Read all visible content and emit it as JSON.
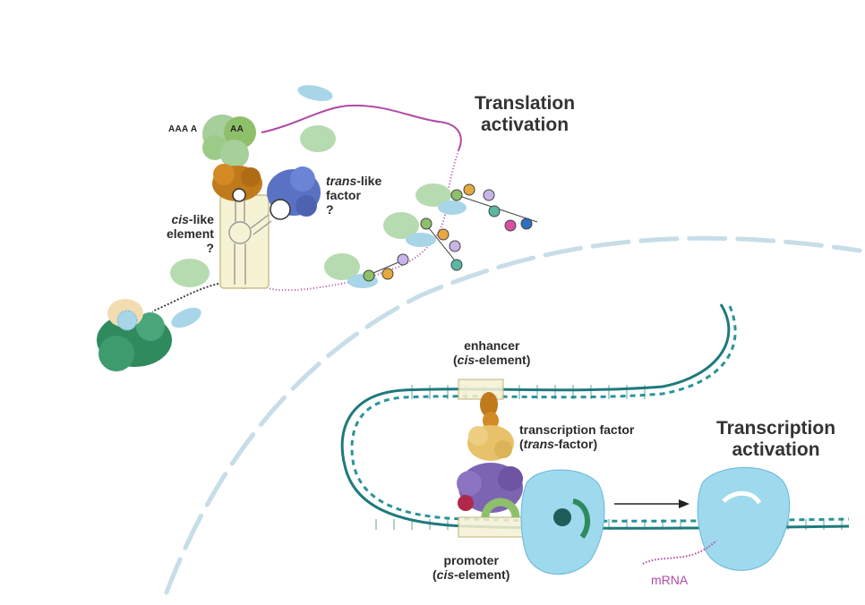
{
  "translation": {
    "title_line1": "Translation",
    "title_line2": "activation",
    "polyA_left": "AAA A",
    "polyA_right": "AA",
    "trans_like_italic": "trans",
    "trans_like_rest": "-like",
    "trans_like_line2": "factor",
    "trans_like_q": "?",
    "cis_like_italic": "cis",
    "cis_like_rest": "-like",
    "cis_like_line2": "element",
    "cis_like_q": "?"
  },
  "transcription": {
    "title_line1": "Transcription",
    "title_line2": "activation",
    "enhancer_line1": "enhancer",
    "enhancer_open": "(",
    "enhancer_italic": "cis",
    "enhancer_rest": "-element)",
    "tf_line1": "transcription factor",
    "tf_open": "(",
    "tf_italic": "trans",
    "tf_rest": "-factor)",
    "promoter_line1": "promoter",
    "promoter_open": "(",
    "promoter_italic": "cis",
    "promoter_rest": "-element)",
    "mrna": "mRNA"
  },
  "colors": {
    "mrna": "#b04aa6",
    "dna": "#1f7a7c",
    "ribosome_small": "#a8d5e8",
    "ribosome_large": "#a6cf9a",
    "rna_polymerase": "#9ed9ee",
    "mediator": "#7d64b3",
    "tf": "#e8c26a",
    "tf_dark": "#c07a1c",
    "trans_factor": "#5a72c4",
    "eif4g": "#8ec06a",
    "pabp": "#2f8a5e",
    "nuclear_envelope": "#c7dde8"
  }
}
